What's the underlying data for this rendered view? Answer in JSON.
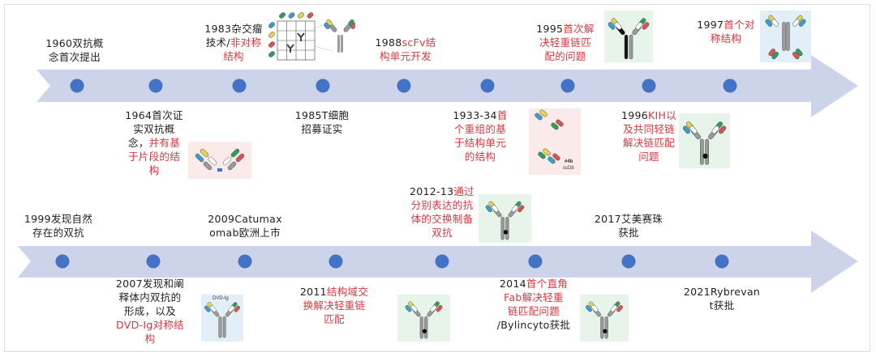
{
  "colors": {
    "band": "#cdd3e9",
    "dot": "#4472c4",
    "text": "#222222",
    "highlight": "#d9363e",
    "pink_bg": "#fbeaea",
    "green_bg": "#e6f4ea",
    "blue_bg": "#e2eff8"
  },
  "timeline_top": {
    "above": [
      {
        "id": "e1960",
        "lines": [
          [
            [
              "1960双抗概",
              0
            ]
          ],
          [
            [
              "念首次提出",
              0
            ]
          ]
        ]
      },
      {
        "id": "e1983",
        "lines": [
          [
            [
              "1983杂交瘤",
              0
            ]
          ],
          [
            [
              "技术/",
              0
            ],
            [
              "非对称",
              1
            ]
          ],
          [
            [
              "结构",
              1
            ]
          ]
        ]
      },
      {
        "id": "e1988",
        "lines": [
          [
            [
              "1988",
              0
            ],
            [
              "scFv结",
              1
            ]
          ],
          [
            [
              "构单元开发",
              1
            ]
          ]
        ]
      },
      {
        "id": "e1995",
        "lines": [
          [
            [
              "1995",
              0
            ],
            [
              "首次解",
              1
            ]
          ],
          [
            [
              "决轻重链匹",
              1
            ]
          ],
          [
            [
              "配的问题",
              1
            ]
          ]
        ]
      },
      {
        "id": "e1997",
        "lines": [
          [
            [
              "1997",
              0
            ],
            [
              "首个对",
              1
            ]
          ],
          [
            [
              "称结构",
              1
            ]
          ]
        ]
      }
    ],
    "below": [
      {
        "id": "e1964",
        "lines": [
          [
            [
              "1964首次证",
              0
            ]
          ],
          [
            [
              "实双抗概",
              0
            ]
          ],
          [
            [
              "念，",
              0
            ],
            [
              "并有基",
              1
            ]
          ],
          [
            [
              "于片段的结",
              1
            ]
          ],
          [
            [
              "构",
              1
            ]
          ]
        ]
      },
      {
        "id": "e1985",
        "lines": [
          [
            [
              "1985T细胞",
              0
            ]
          ],
          [
            [
              "招募证实",
              0
            ]
          ]
        ]
      },
      {
        "id": "e1933",
        "lines": [
          [
            [
              "1933-34",
              0
            ],
            [
              "首",
              1
            ]
          ],
          [
            [
              "个重组的基",
              1
            ]
          ],
          [
            [
              "于结构单元",
              1
            ]
          ],
          [
            [
              "的结构",
              1
            ]
          ]
        ]
      },
      {
        "id": "e1996",
        "lines": [
          [
            [
              "1996",
              0
            ],
            [
              "KIH以",
              1
            ]
          ],
          [
            [
              "及共同轻链",
              1
            ]
          ],
          [
            [
              "解决链匹配",
              1
            ]
          ],
          [
            [
              "问题",
              1
            ]
          ]
        ]
      }
    ]
  },
  "timeline_bottom": {
    "above": [
      {
        "id": "e1999",
        "lines": [
          [
            [
              "1999发现自然",
              0
            ]
          ],
          [
            [
              "存在的双抗",
              0
            ]
          ]
        ]
      },
      {
        "id": "e2009",
        "lines": [
          [
            [
              "2009Catumax",
              0
            ]
          ],
          [
            [
              "omab欧洲上市",
              0
            ]
          ]
        ]
      },
      {
        "id": "e2012",
        "lines": [
          [
            [
              "2012-13",
              0
            ],
            [
              "通过",
              1
            ]
          ],
          [
            [
              "分别表达的抗",
              1
            ]
          ],
          [
            [
              "体的交换制备",
              1
            ]
          ],
          [
            [
              "双抗",
              1
            ]
          ]
        ]
      },
      {
        "id": "e2017",
        "lines": [
          [
            [
              "2017艾美赛珠",
              0
            ]
          ],
          [
            [
              "获批",
              0
            ]
          ]
        ]
      }
    ],
    "below": [
      {
        "id": "e2007",
        "lines": [
          [
            [
              "2007发现和阐",
              0
            ]
          ],
          [
            [
              "释体内双抗的",
              0
            ]
          ],
          [
            [
              "形成，以及",
              0
            ]
          ],
          [
            [
              "DVD-Ig",
              1
            ],
            [
              "对称结",
              1
            ]
          ],
          [
            [
              "构",
              1
            ]
          ]
        ]
      },
      {
        "id": "e2011",
        "lines": [
          [
            [
              "2011",
              0
            ],
            [
              "结构域交",
              1
            ]
          ],
          [
            [
              "换解决轻重链",
              1
            ]
          ],
          [
            [
              "匹配",
              1
            ]
          ]
        ]
      },
      {
        "id": "e2014",
        "lines": [
          [
            [
              "2014",
              0
            ],
            [
              "首个直角",
              1
            ]
          ],
          [
            [
              "Fab解决轻重",
              1
            ]
          ],
          [
            [
              "链匹配问题",
              1
            ]
          ],
          [
            [
              "/Bylincyto获批",
              0
            ]
          ]
        ]
      },
      {
        "id": "e2021",
        "lines": [
          [
            [
              "2021Rybrevan",
              0
            ]
          ],
          [
            [
              "t获批",
              0
            ]
          ]
        ]
      }
    ]
  },
  "figure_labels": {
    "dvd_ig": "DVD-Ig",
    "scdb_num": "#4b",
    "scdb": "scDb"
  }
}
